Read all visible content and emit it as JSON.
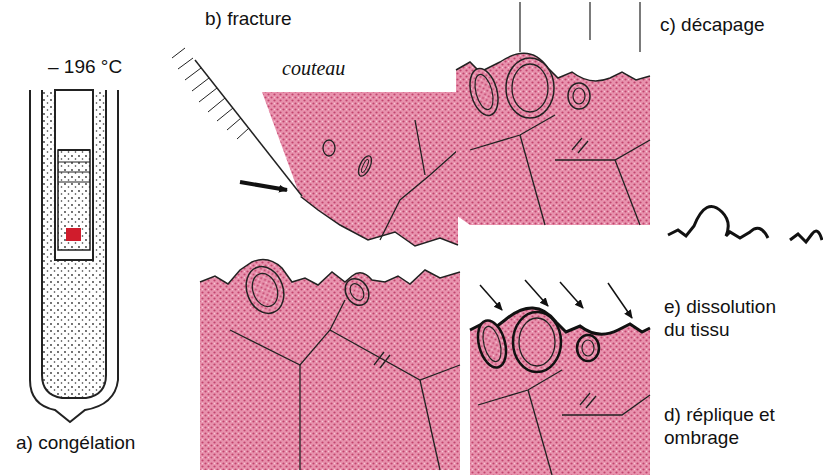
{
  "diagram": {
    "labels": [
      "b) fracture",
      "couteau",
      "c) décapage",
      "– 196 °C",
      "e) dissolution du tissu",
      "d) réplique et ombrage",
      "a) congélation"
    ]
  }
}
